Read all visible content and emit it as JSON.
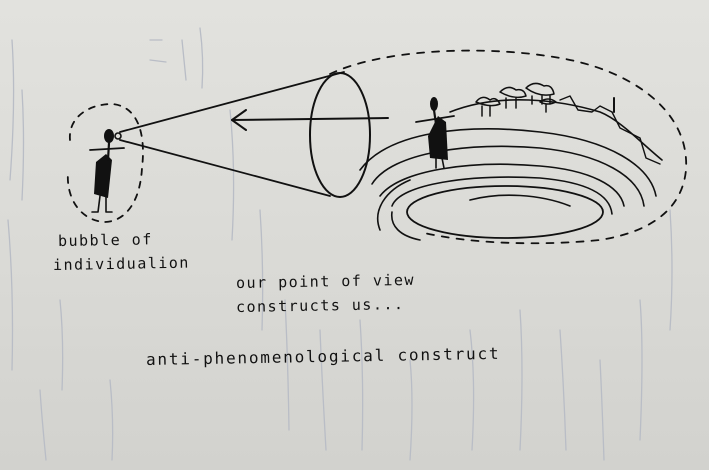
{
  "labels": {
    "bubble_line1": "bubble of",
    "bubble_line2": "individualion",
    "pov_line1": "our point of view",
    "pov_line2": "constructs us...",
    "caption": "anti-phenomenological construct"
  },
  "colors": {
    "paper": "#dcdcd8",
    "ink": "#111111",
    "bleed_through": "#b9bdc6"
  }
}
